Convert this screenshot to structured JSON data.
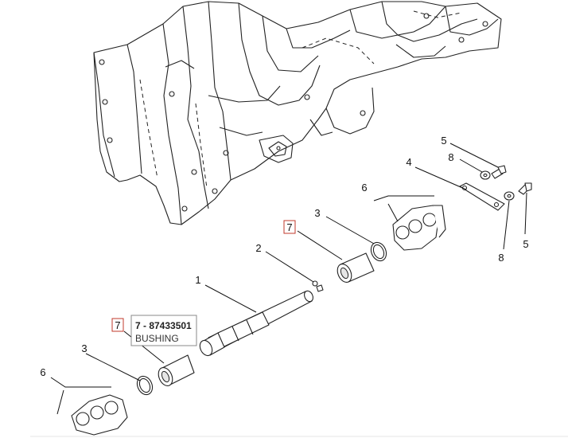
{
  "callouts": [
    {
      "id": "c1",
      "text": "1"
    },
    {
      "id": "c2",
      "text": "2"
    },
    {
      "id": "c3a",
      "text": "3"
    },
    {
      "id": "c3b",
      "text": "3"
    },
    {
      "id": "c4",
      "text": "4"
    },
    {
      "id": "c5a",
      "text": "5"
    },
    {
      "id": "c5b",
      "text": "5"
    },
    {
      "id": "c6a",
      "text": "6"
    },
    {
      "id": "c6b",
      "text": "6"
    },
    {
      "id": "c7a",
      "text": "7"
    },
    {
      "id": "c7b",
      "text": "7"
    },
    {
      "id": "c8a",
      "text": "8"
    },
    {
      "id": "c8b",
      "text": "8"
    }
  ],
  "tooltip": {
    "title": "7 - 87433501",
    "subtitle": "BUSHING"
  },
  "colors": {
    "highlight_border": "#c0392b",
    "line": "#111111"
  }
}
